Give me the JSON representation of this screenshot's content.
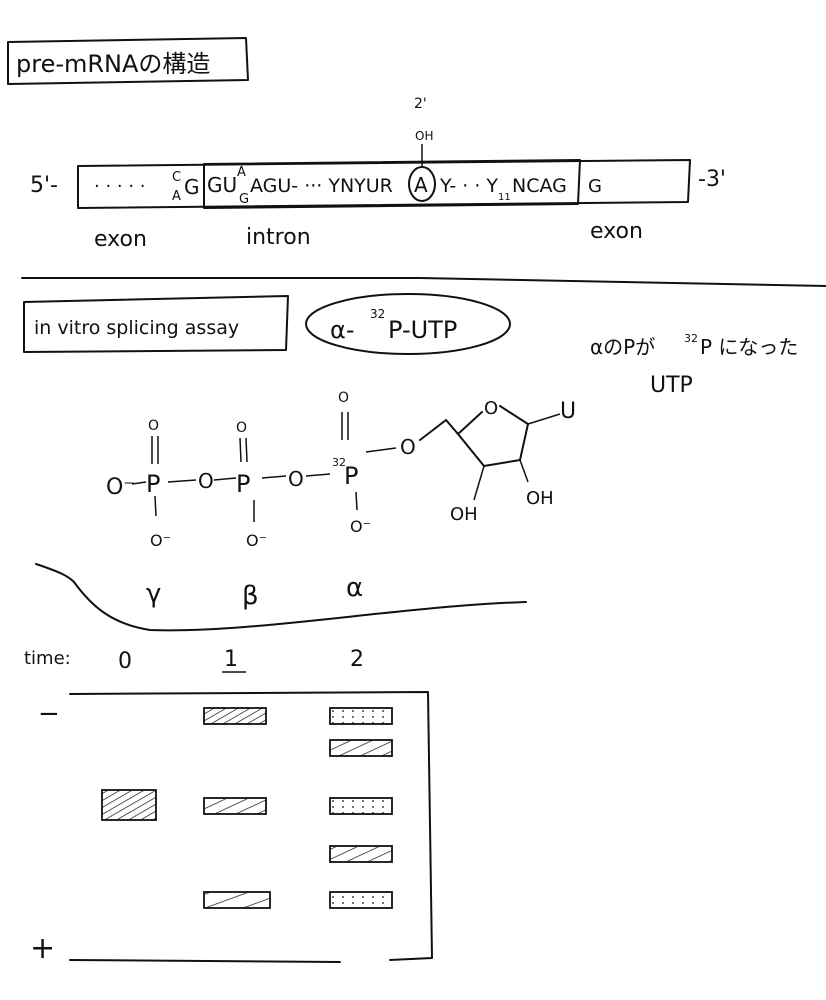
{
  "title": "pre-mRNAの構造",
  "premrna": {
    "five_prime": "5'-",
    "three_prime": "-3'",
    "exon1_dots": "· · · · ·",
    "exon1_end_top": "C",
    "exon1_end_bottom": "A",
    "exon1_G": "G",
    "intron_seq_a": "GU",
    "intron_seq_a_top": "A",
    "intron_seq_a_bottom": "G",
    "intron_seq_b": "AGU- ··· YNYUR",
    "branch_A": "A",
    "intron_seq_c": "Y- · · Y",
    "intron_seq_c_sub": "11",
    "intron_seq_d": "NCAG",
    "exon2_G": "G",
    "branch_label": "2'",
    "branch_oh": "OH",
    "label_exon1": "exon",
    "label_intron": "intron",
    "label_exon2": "exon"
  },
  "assay": {
    "title": "in vitro splicing assay",
    "utp_label": "α-32P-UTP",
    "utp_sup": "32",
    "utp_prefix": "α-",
    "utp_suffix": "P-UTP",
    "note_line1": "αのPが",
    "note_sup": "32",
    "note_line1b": "P になった",
    "note_line2": "UTP"
  },
  "molecule": {
    "o_minus_left": "O⁻",
    "P": "P",
    "O": "O",
    "p32": "32",
    "o_top": "O",
    "o_bottom": "O⁻",
    "base": "U",
    "oh1": "OH",
    "oh2": "OH",
    "gamma": "γ",
    "beta": "β",
    "alpha": "α"
  },
  "gel": {
    "time_label": "time:",
    "lanes": [
      "0",
      "1",
      "2"
    ],
    "minus": "−",
    "plus": "+",
    "bands": [
      {
        "lane": 1,
        "level": 1,
        "pattern": "hatched-dense"
      },
      {
        "lane": 2,
        "level": 1,
        "pattern": "dotted"
      },
      {
        "lane": 2,
        "level": 2,
        "pattern": "hatched"
      },
      {
        "lane": 0,
        "level": 3,
        "pattern": "hatched-dense"
      },
      {
        "lane": 1,
        "level": 3,
        "pattern": "hatched"
      },
      {
        "lane": 2,
        "level": 3,
        "pattern": "dotted"
      },
      {
        "lane": 2,
        "level": 4,
        "pattern": "hatched"
      },
      {
        "lane": 1,
        "level": 5,
        "pattern": "hatched-sparse"
      },
      {
        "lane": 2,
        "level": 5,
        "pattern": "dotted"
      }
    ]
  }
}
